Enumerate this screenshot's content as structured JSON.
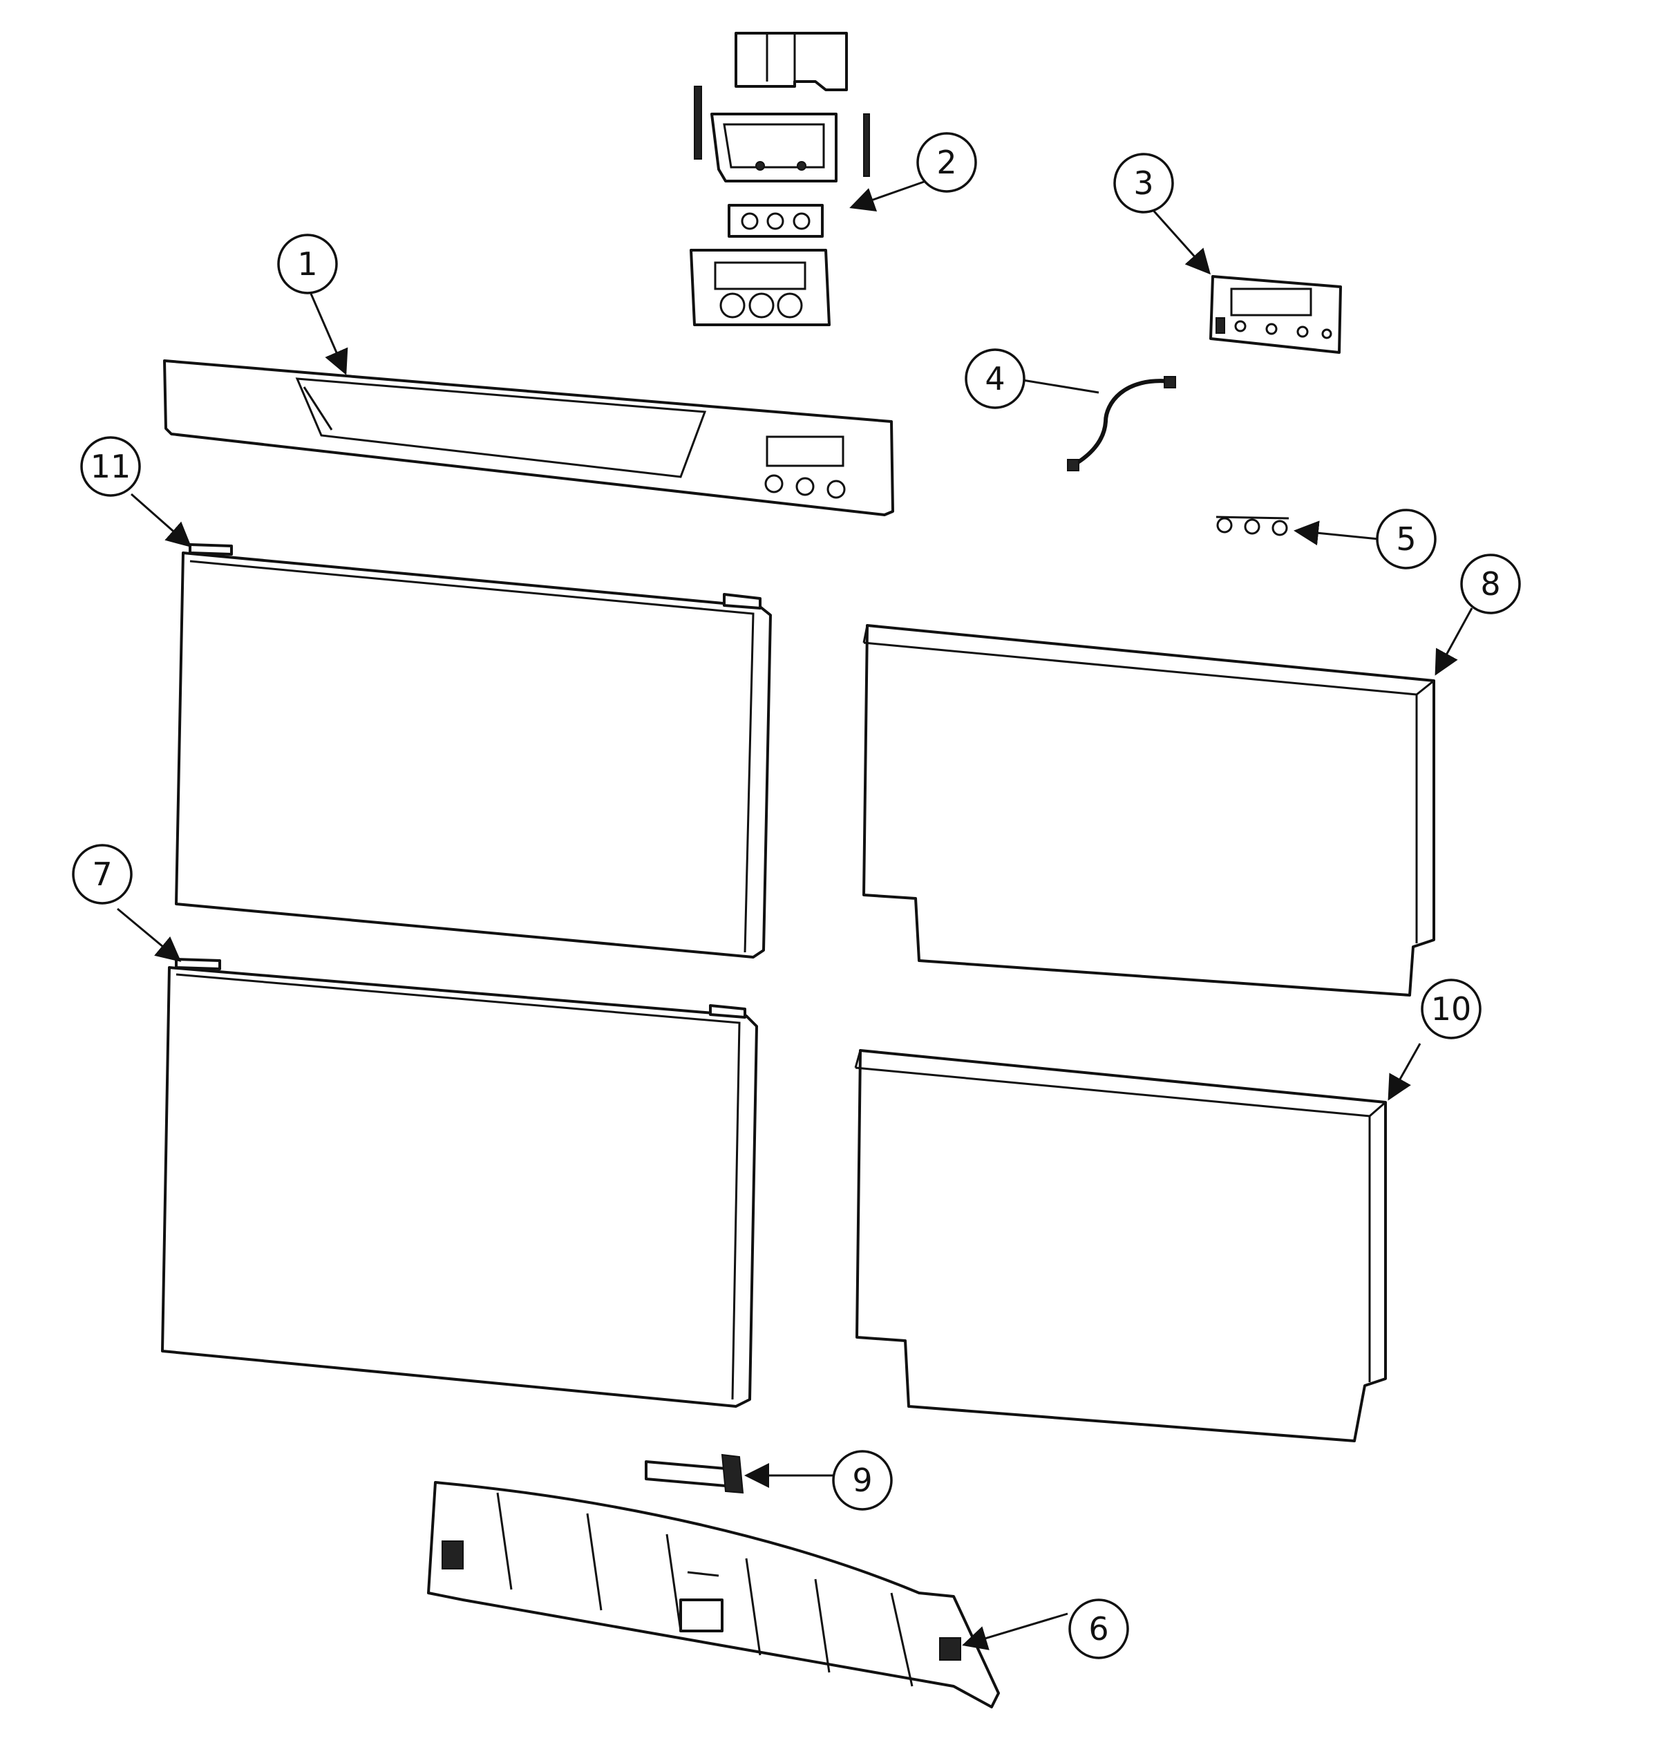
{
  "callouts": [
    {
      "id": "callout-1",
      "number": "1"
    },
    {
      "id": "callout-2",
      "number": "2"
    },
    {
      "id": "callout-3",
      "number": "3"
    },
    {
      "id": "callout-4",
      "number": "4"
    },
    {
      "id": "callout-5",
      "number": "5"
    },
    {
      "id": "callout-6",
      "number": "6"
    },
    {
      "id": "callout-7",
      "number": "7"
    },
    {
      "id": "callout-8",
      "number": "8"
    },
    {
      "id": "callout-9",
      "number": "9"
    },
    {
      "id": "callout-10",
      "number": "10"
    },
    {
      "id": "callout-11",
      "number": "11"
    }
  ]
}
